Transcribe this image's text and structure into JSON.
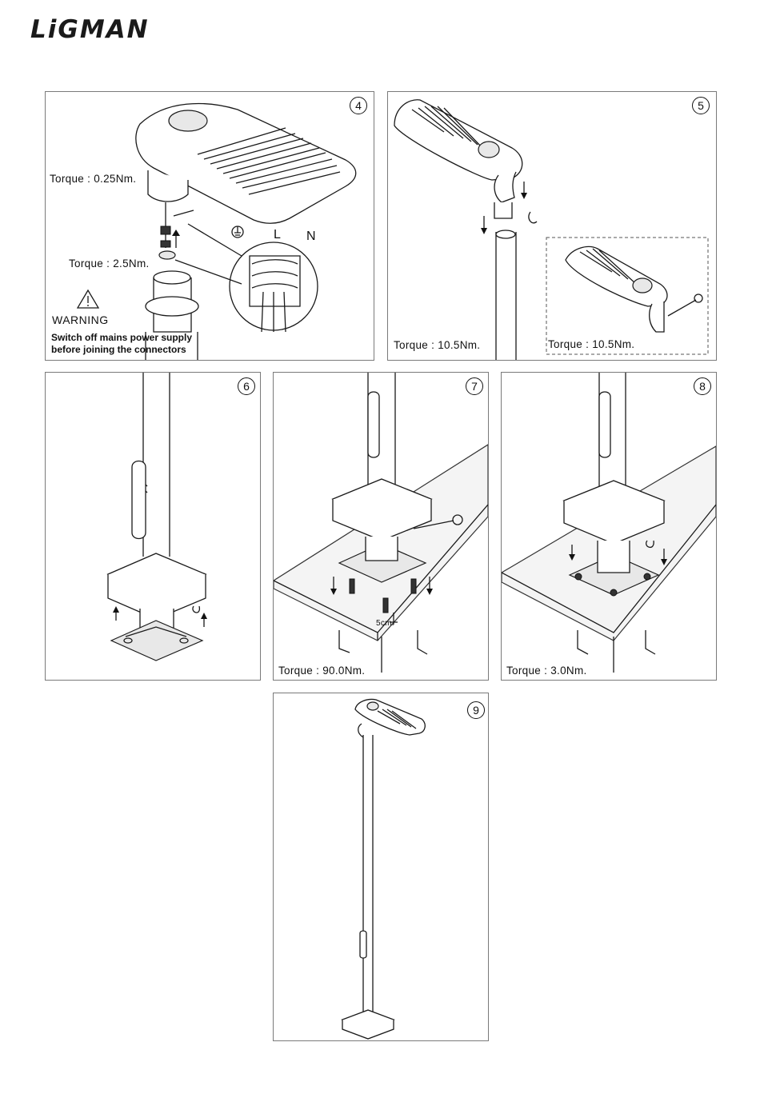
{
  "brand": {
    "logo_text": "LiGMAN"
  },
  "panels": {
    "p4": {
      "step": "4",
      "torque_top": "Torque : 0.25Nm.",
      "torque_mid": "Torque : 2.5Nm.",
      "label_l": "L",
      "label_n": "N",
      "warning_title": "WARNING",
      "warning_line1": "Switch off mains power supply",
      "warning_line2": "before joining the connectors"
    },
    "p5": {
      "step": "5",
      "torque_left": "Torque : 10.5Nm.",
      "torque_right": "Torque : 10.5Nm."
    },
    "p6": {
      "step": "6"
    },
    "p7": {
      "step": "7",
      "torque": "Torque : 90.0Nm.",
      "dimension": "5cm."
    },
    "p8": {
      "step": "8",
      "torque": "Torque : 3.0Nm."
    },
    "p9": {
      "step": "9"
    }
  }
}
